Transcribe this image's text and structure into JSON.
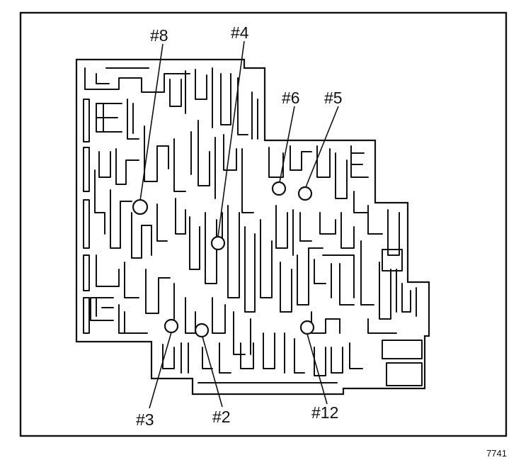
{
  "colors": {
    "ink": "#111111",
    "paper": "#ffffff"
  },
  "figure_number": "7741",
  "check_balls": [
    {
      "id": "8",
      "label": "#8"
    },
    {
      "id": "4",
      "label": "#4"
    },
    {
      "id": "6",
      "label": "#6"
    },
    {
      "id": "5",
      "label": "#5"
    },
    {
      "id": "3",
      "label": "#3"
    },
    {
      "id": "2",
      "label": "#2"
    },
    {
      "id": "12",
      "label": "#12"
    }
  ]
}
